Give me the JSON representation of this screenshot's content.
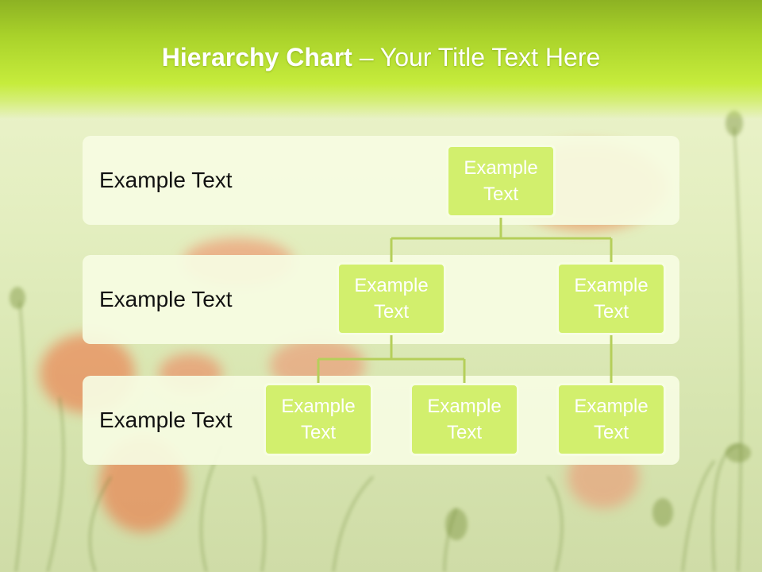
{
  "title": {
    "bold": "Hierarchy Chart",
    "rest": " – Your Title Text Here"
  },
  "levels": [
    {
      "label": "Example Text"
    },
    {
      "label": "Example Text"
    },
    {
      "label": "Example Text"
    }
  ],
  "nodes": {
    "root": "Example Text",
    "level2_left": "Example Text",
    "level2_right": "Example Text",
    "level3_a": "Example Text",
    "level3_b": "Example Text",
    "level3_c": "Example Text"
  },
  "colors": {
    "title_bar": "#a9d22a",
    "node_fill": "#d2ef6d",
    "band_fill": "#f6fce2",
    "connector": "#b5cf5a"
  }
}
